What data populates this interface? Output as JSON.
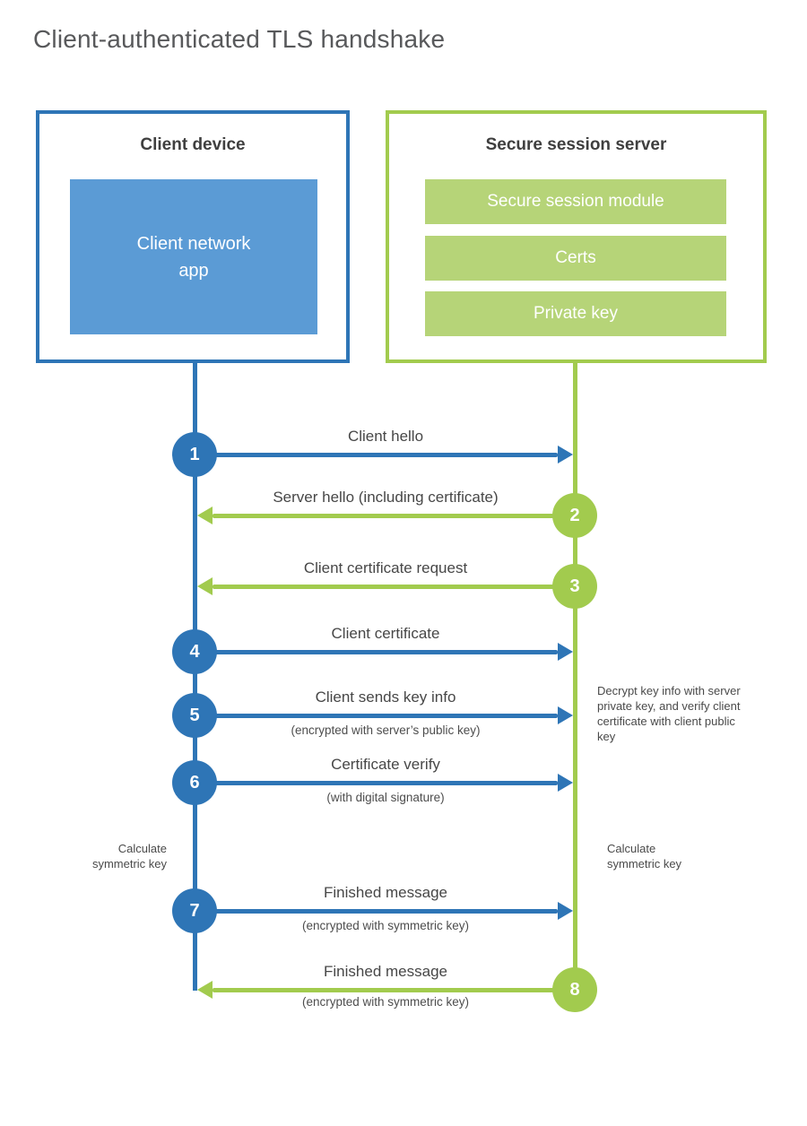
{
  "title": "Client-authenticated TLS handshake",
  "colors": {
    "blue": "#2e75b6",
    "blue_fill": "#5b9bd5",
    "green": "#a2cb4e",
    "green_fill": "#b6d478"
  },
  "client": {
    "title": "Client device",
    "app_label": "Client network app"
  },
  "server": {
    "title": "Secure session server",
    "modules": [
      "Secure session module",
      "Certs",
      "Private key"
    ]
  },
  "messages": [
    {
      "num": "1",
      "label": "Client hello",
      "sublabel": "",
      "from": "client",
      "direction": "right",
      "color": "blue"
    },
    {
      "num": "2",
      "label": "Server hello (including certificate)",
      "sublabel": "",
      "from": "server",
      "direction": "left",
      "color": "green"
    },
    {
      "num": "3",
      "label": "Client certificate request",
      "sublabel": "",
      "from": "server",
      "direction": "left",
      "color": "green"
    },
    {
      "num": "4",
      "label": "Client certificate",
      "sublabel": "",
      "from": "client",
      "direction": "right",
      "color": "blue"
    },
    {
      "num": "5",
      "label": "Client sends key info",
      "sublabel": "(encrypted with server’s public key)",
      "from": "client",
      "direction": "right",
      "color": "blue"
    },
    {
      "num": "6",
      "label": "Certificate verify",
      "sublabel": "(with digital signature)",
      "from": "client",
      "direction": "right",
      "color": "blue"
    },
    {
      "num": "7",
      "label": "Finished message",
      "sublabel": "(encrypted with symmetric key)",
      "from": "client",
      "direction": "right",
      "color": "blue"
    },
    {
      "num": "8",
      "label": "Finished message",
      "sublabel": "(encrypted with symmetric key)",
      "from": "server",
      "direction": "left",
      "color": "green"
    }
  ],
  "annotations": {
    "decrypt_note": "Decrypt key info with server private key, and verify client certificate with client public key",
    "calc_left": "Calculate symmetric key",
    "calc_right": "Calculate symmetric key"
  }
}
